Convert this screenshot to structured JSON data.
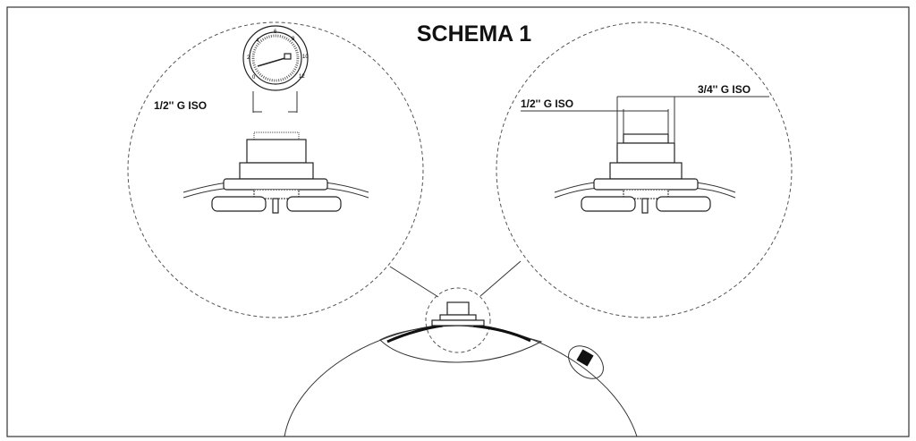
{
  "title": "SCHEMA 1",
  "left_detail": {
    "label": "1/2'' G ISO",
    "gauge_scale": [
      "0",
      "2",
      "4",
      "6",
      "8",
      "10",
      "12"
    ]
  },
  "right_detail": {
    "label_inner": "1/2'' G ISO",
    "label_outer": "3/4'' G ISO"
  }
}
